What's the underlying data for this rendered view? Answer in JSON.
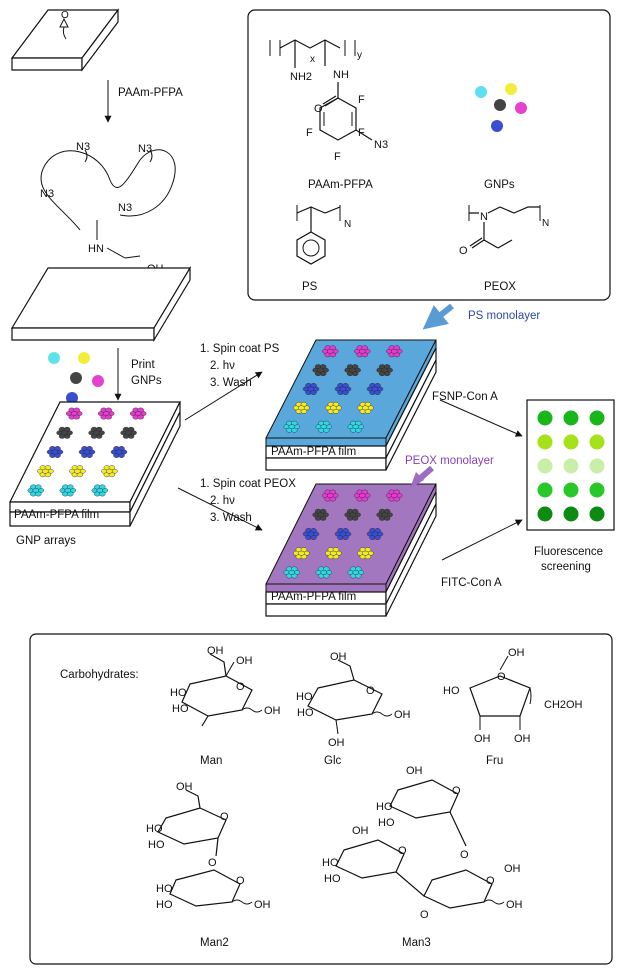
{
  "steps": {
    "reagent": "PAAm-PFPA",
    "print_line1": "Print",
    "print_line2": "GNPs"
  },
  "surface": {
    "n3_label": "N3",
    "hn_label": "HN",
    "oh_label": "OH"
  },
  "legend_box": {
    "paam_pfpa_label": "PAAm-PFPA",
    "gnps_label": "GNPs",
    "ps_label": "PS",
    "peox_label": "PEOX",
    "x": "x",
    "y": "y",
    "n": "N",
    "nh2": "NH2",
    "nh": "NH",
    "o": "O",
    "f": "F",
    "n3": "N3"
  },
  "arrays": {
    "film_label": "PAAm-PFPA film",
    "gnp_arrays_label": "GNP arrays",
    "ps_monolayer_label": "PS monolayer",
    "peox_monolayer_label": "PEOX monolayer",
    "ps_steps": [
      "1. Spin coat PS",
      "2. hν",
      "3. Wash"
    ],
    "peox_steps": [
      "1. Spin coat PEOX",
      "2. hν",
      "3. Wash"
    ],
    "fsnp_label": "FSNP-Con A",
    "fitc_label": "FITC-Con A",
    "screening_line1": "Fluorescence",
    "screening_line2": "screening"
  },
  "carbohydrates": {
    "heading": "Carbohydrates:",
    "man": "Man",
    "glc": "Glc",
    "fru": "Fru",
    "man2": "Man2",
    "man3": "Man3",
    "oh": "OH",
    "ho": "HO",
    "o": "O",
    "ch2oh": "CH2OH"
  },
  "colors": {
    "ps_layer": "#5aa7db",
    "peox_layer": "#a376c0",
    "ps_arrow": "#5b9bd5",
    "peox_arrow": "#9e6cc0",
    "gnp_magenta": "#e43bd0",
    "gnp_black": "#444444",
    "gnp_blue": "#3a4fd0",
    "gnp_yellow": "#f2ea2c",
    "gnp_cyan": "#33d6e6",
    "screen_rows": [
      "#18b618",
      "#a6e21a",
      "#c8eea8",
      "#28c828",
      "#0e8a12"
    ]
  }
}
